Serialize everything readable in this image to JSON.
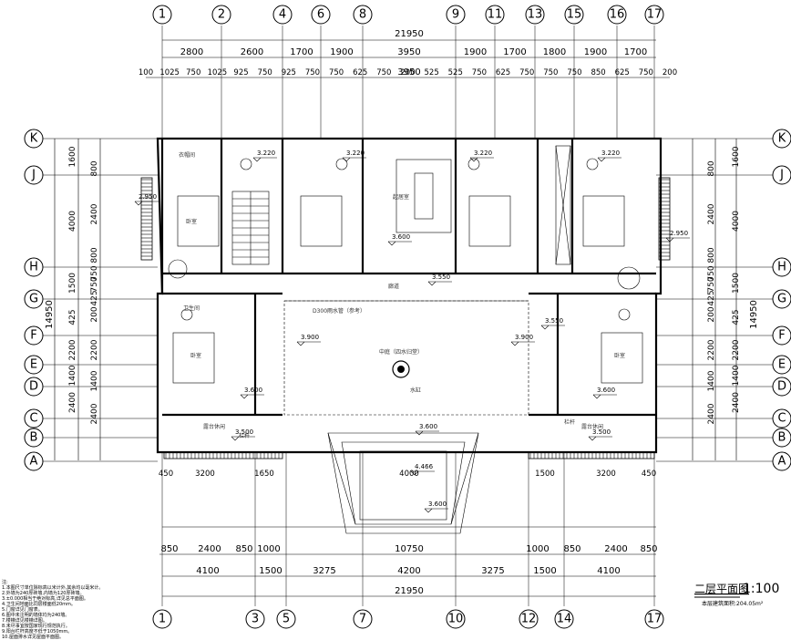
{
  "top_axes": [
    "1",
    "2",
    "4",
    "6",
    "8",
    "9",
    "11",
    "13",
    "15",
    "16",
    "17"
  ],
  "bottom_axes": [
    "1",
    "3",
    "5",
    "7",
    "10",
    "12",
    "14",
    "17"
  ],
  "left_axes": [
    "K",
    "J",
    "H",
    "G",
    "F",
    "E",
    "D",
    "C",
    "B",
    "A"
  ],
  "overall_width": "21950",
  "top_dims_row1": [
    "2800",
    "2600",
    "1700",
    "1900",
    "3950",
    "1900",
    "1700",
    "1800",
    "1900",
    "1700"
  ],
  "top_dims_row2": [
    "3950",
    "3950"
  ],
  "top_dims_row3": [
    "100",
    "1025",
    "750",
    "1025",
    "925",
    "750",
    "925",
    "750",
    "750",
    "625",
    "750",
    "200",
    "525",
    "525",
    "750",
    "625",
    "750",
    "750",
    "750",
    "850",
    "625",
    "750",
    "200"
  ],
  "bottom_dims_row1": [
    "850",
    "2400",
    "850",
    "1000",
    "10750",
    "1000",
    "850",
    "2400",
    "850"
  ],
  "bottom_dims_row2": [
    "4100",
    "1500",
    "3275",
    "4200",
    "3275",
    "1500",
    "4100"
  ],
  "bottom_dims_row3": [
    "450",
    "3200",
    "1650",
    "4000",
    "1500",
    "3200",
    "450"
  ],
  "left_dims_inner": [
    "1600",
    "4000",
    "1500",
    "425",
    "2200",
    "1400",
    "2400"
  ],
  "left_dims_detail": [
    "800",
    "2400",
    "800",
    "750",
    "750",
    "425",
    "200",
    "2200",
    "1400",
    "2400"
  ],
  "left_total": "14950",
  "right_total": "14950",
  "rooms": {
    "top_left": "卧室",
    "cloak": "衣帽间",
    "wc": "卫生间",
    "family_room": "起居室",
    "hall": "廊道",
    "courtyard": "中庭（四水归堂）",
    "water_tank": "水缸",
    "terrace_left": "露台休闲",
    "terrace_right": "露台休闲",
    "railing": "栏杆",
    "bedroom_left": "卧室",
    "bedroom_right": "卧室",
    "roof_note": "D300雨水管（参考）"
  },
  "levels": [
    "3.220",
    "3.220",
    "3.220",
    "3.220",
    "3.600",
    "3.550",
    "3.550",
    "3.900",
    "3.900",
    "3.600",
    "3.600",
    "3.500",
    "3.500",
    "3.600",
    "4.466",
    "3.600",
    "2.950",
    "2.950"
  ],
  "title": {
    "name": "二层平面图",
    "scale": "1:100",
    "area_note": "本层建筑面积:204.05m²"
  },
  "notes": [
    "注:",
    "1.本图尺寸单位除标高以米计外,其余均以毫米计。",
    "2.外墙为240厚砖墙,内墙为120厚砖墙。",
    "3.±0.000相当于绝对标高,详见总平面图。",
    "4.卫生间地面比同层楼面低20mm。",
    "5.门窗详见门窗表。",
    "6.图中未注明的墙体均为240墙。",
    "7.楼梯详见楼梯详图。",
    "8.未尽事宜按国家现行规范执行。",
    "9.阳台栏杆高度不低于1050mm。",
    "10.屋面排水详见屋面平面图。"
  ]
}
